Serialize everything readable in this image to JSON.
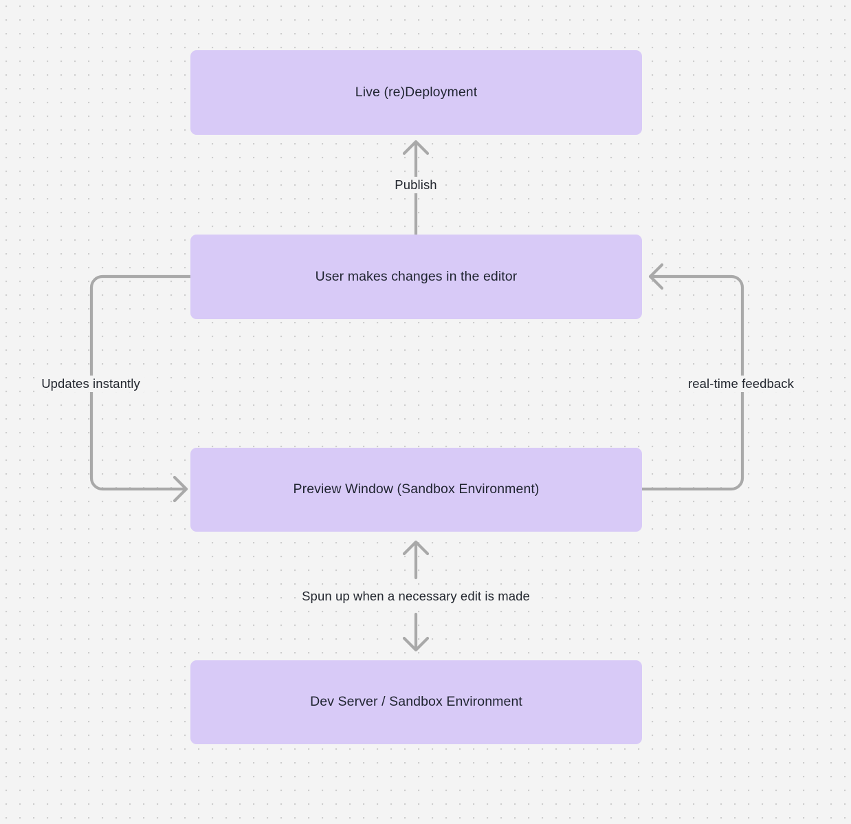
{
  "diagram": {
    "type": "flowchart",
    "background_color": "#f4f4f4",
    "dot_grid_color": "#cdcdcd",
    "node_fill_color": "#d8caf7",
    "node_text_color": "#1f2430",
    "edge_color": "#a9a9a9",
    "nodes": [
      {
        "id": "live-deployment",
        "label": "Live (re)Deployment"
      },
      {
        "id": "user-edits",
        "label": "User makes changes in the editor"
      },
      {
        "id": "preview-window",
        "label": "Preview Window (Sandbox Environment)"
      },
      {
        "id": "dev-server",
        "label": "Dev Server / Sandbox Environment"
      }
    ],
    "edges": [
      {
        "id": "publish",
        "label": "Publish",
        "from": "user-edits",
        "to": "live-deployment",
        "direction": "up"
      },
      {
        "id": "updates",
        "label": "Updates instantly",
        "from": "user-edits",
        "to": "preview-window",
        "direction": "left-loop"
      },
      {
        "id": "realtime",
        "label": "real-time feedback",
        "from": "preview-window",
        "to": "user-edits",
        "direction": "right-loop"
      },
      {
        "id": "spun-up",
        "label": "Spun up when a necessary edit is made",
        "from": "preview-window",
        "to": "dev-server",
        "direction": "bidirectional"
      }
    ]
  }
}
